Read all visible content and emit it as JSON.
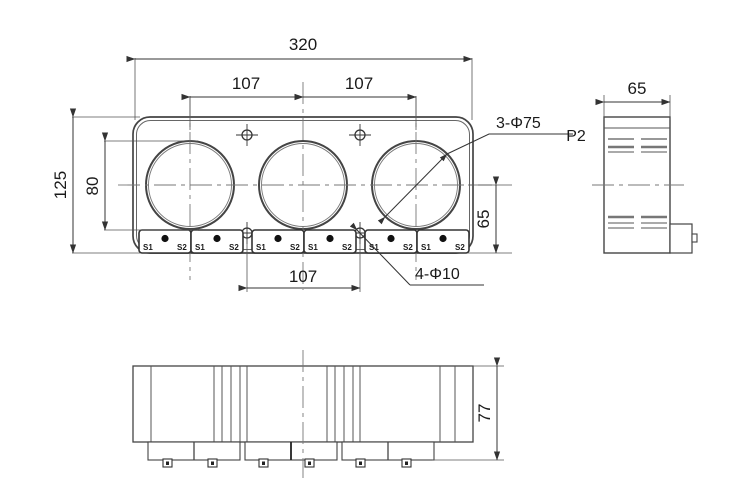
{
  "drawing": {
    "title": "Three-phase current transformer outline dimension drawing",
    "units": "mm",
    "line_color": "#333333",
    "thin_line_color": "#555555",
    "text_color": "#1a1a1a",
    "background": "#ffffff"
  },
  "front_view": {
    "name": "front-view",
    "dimensions": {
      "overall_width": "320",
      "overall_height": "125",
      "window_height": "80",
      "center_pitch_top_left": "107",
      "center_pitch_top_right": "107",
      "center_pitch_bottom": "107",
      "right_height": "65"
    },
    "callouts": {
      "window_bore": "3-Φ75",
      "mounting_hole": "4-Φ10"
    },
    "terminal_blocks": [
      {
        "left_label": "S1",
        "right_label": "S2"
      },
      {
        "left_label": "S1",
        "right_label": "S2"
      },
      {
        "left_label": "S1",
        "right_label": "S2"
      },
      {
        "left_label": "S1",
        "right_label": "S2"
      },
      {
        "left_label": "S1",
        "right_label": "S2"
      },
      {
        "left_label": "S1",
        "right_label": "S2"
      }
    ]
  },
  "side_view": {
    "name": "side-view",
    "label": "P2",
    "dimensions": {
      "depth": "65"
    }
  },
  "bottom_view": {
    "name": "bottom-view",
    "dimensions": {
      "height": "77"
    }
  }
}
